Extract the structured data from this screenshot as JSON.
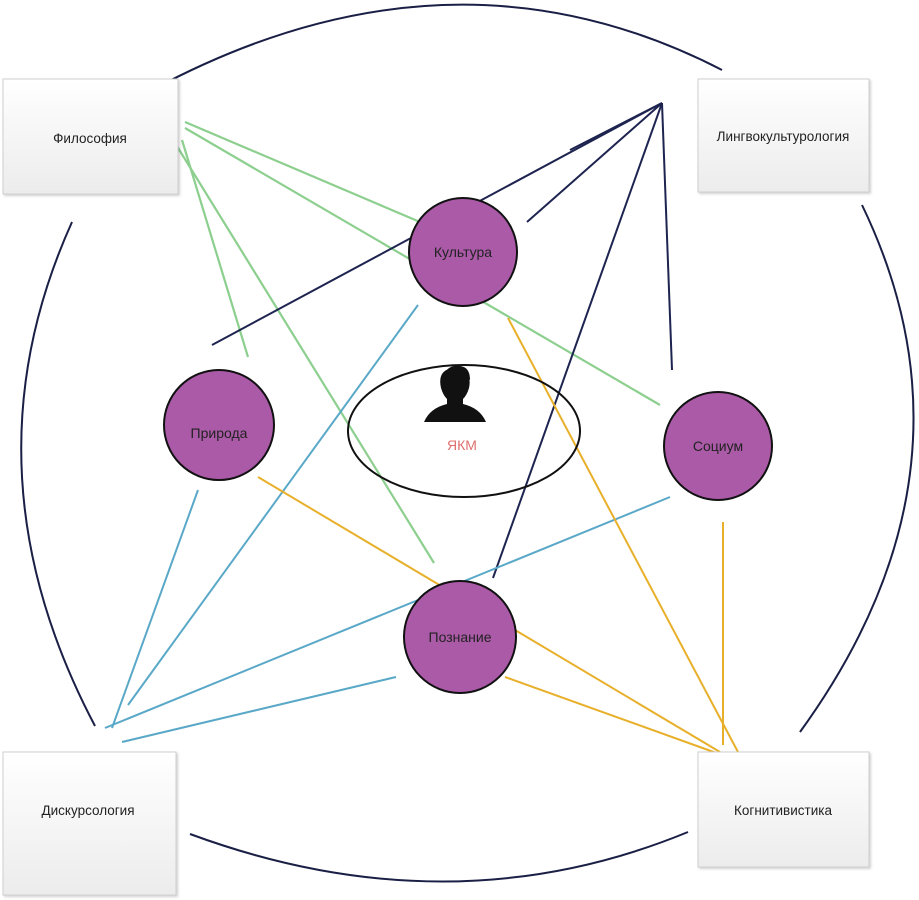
{
  "disciplines": {
    "philosophy": "Философия",
    "linguoculturology": "Лингвокультурология",
    "discoursology": "Дискурсология",
    "cognitivistics": "Когнитивистика"
  },
  "concepts": {
    "culture": "Культура",
    "nature": "Природа",
    "society": "Социум",
    "cognition": "Познание"
  },
  "center": {
    "label": "ЯКМ",
    "icon": "person-icon"
  },
  "colors": {
    "circle_fill": "#ab5aa8",
    "center_label": "#e07070",
    "green_link": "#8ccf8e",
    "navy_link": "#1e2450",
    "teal_link": "#5aa8c8",
    "orange_link": "#e8b02a",
    "arc": "#1a1f45"
  }
}
